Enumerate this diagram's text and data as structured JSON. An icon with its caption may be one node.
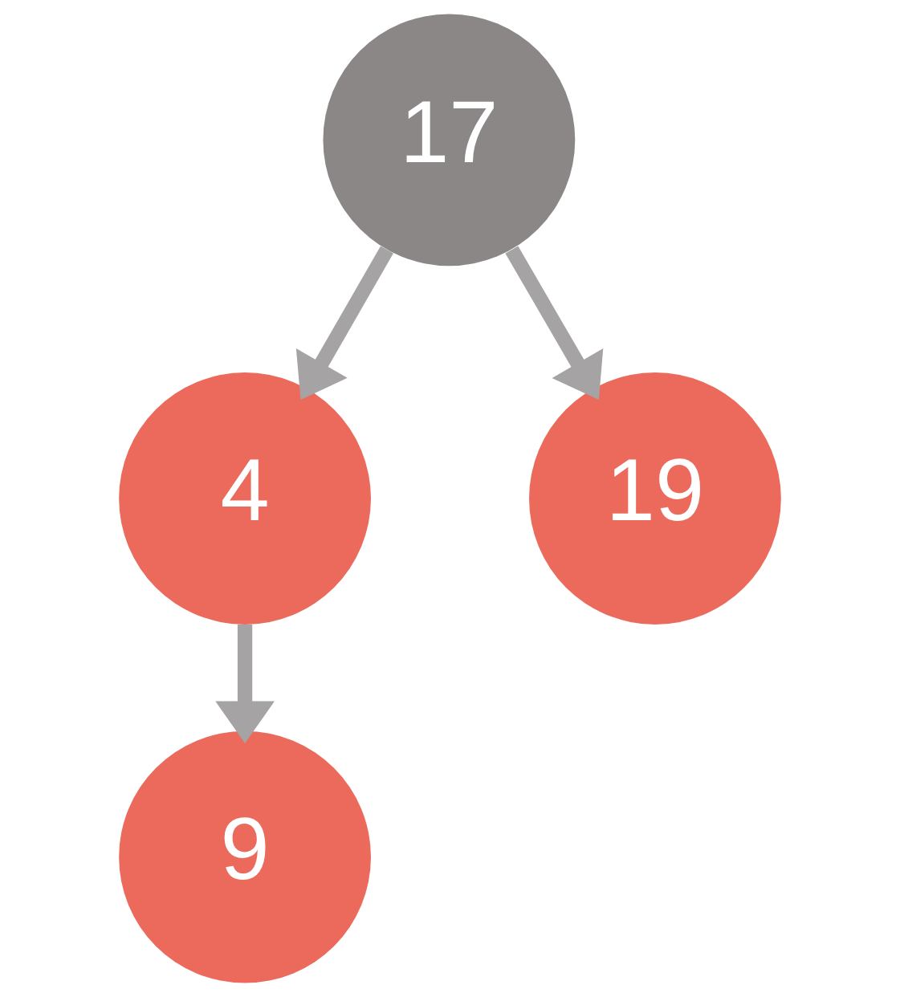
{
  "diagram": {
    "nodes": [
      {
        "text": [
          "17"
        ]
      },
      {
        "text": [
          "4"
        ]
      },
      {
        "text": [
          "19"
        ]
      },
      {
        "text": [
          "9"
        ]
      }
    ],
    "edges": [
      {
        "from": 0,
        "to": 1,
        "arrow": "to"
      },
      {
        "from": 0,
        "to": 2,
        "arrow": "to"
      },
      {
        "from": 1,
        "to": 3,
        "arrow": "to"
      }
    ]
  }
}
